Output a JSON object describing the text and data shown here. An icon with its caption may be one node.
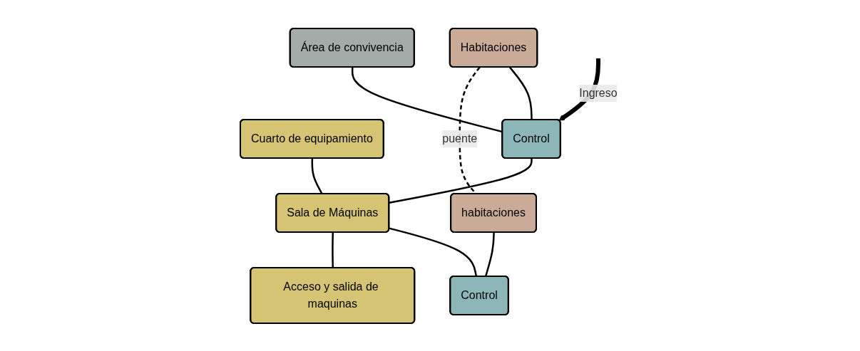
{
  "diagram": {
    "nodes": [
      {
        "text": [
          "Habitaciones"
        ]
      },
      {
        "text": [
          "Área de convivencia"
        ]
      },
      {
        "text": [
          "Cuarto de equipamiento"
        ]
      },
      {
        "text": [
          "Sala de Máquinas"
        ]
      },
      {
        "text": [
          "habitaciones"
        ]
      },
      {
        "text": [
          "Control"
        ]
      },
      {
        "text": [
          "Control"
        ]
      },
      {
        "text": [
          "Acceso y salida de maquinas"
        ]
      }
    ],
    "edges": [
      {
        "from": 0,
        "to": 4,
        "arrow": "none",
        "label": "puente",
        "style": "dashed"
      },
      {
        "from": 0,
        "to": 5,
        "arrow": "none"
      },
      {
        "from": 1,
        "to": 5,
        "arrow": "none"
      },
      {
        "from": 5,
        "to": 3,
        "arrow": "none"
      },
      {
        "from": 2,
        "to": 3,
        "arrow": "none"
      },
      {
        "from": 3,
        "to": 7,
        "arrow": "none"
      },
      {
        "from": 3,
        "to": 6,
        "arrow": "none"
      },
      {
        "from": 4,
        "to": 6,
        "arrow": "none"
      },
      {
        "from": null,
        "to": 5,
        "arrow": "to",
        "label": "Ingreso",
        "style": "thick"
      }
    ]
  }
}
